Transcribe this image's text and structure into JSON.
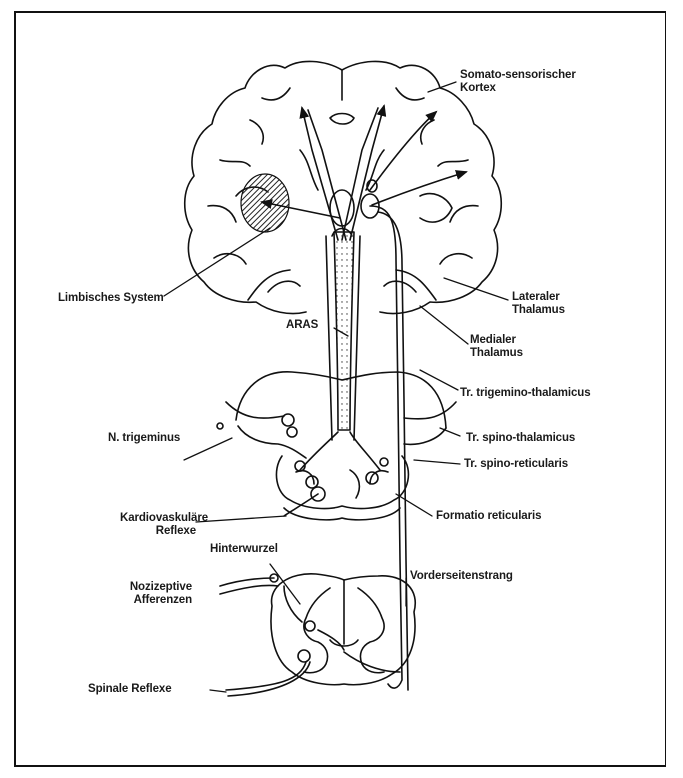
{
  "labels": {
    "somato_1": "Somato-sensorischer",
    "somato_2": "Kortex",
    "limbisch": "Limbisches System",
    "lateral_1": "Lateraler",
    "lateral_2": "Thalamus",
    "aras": "ARAS",
    "medial_1": "Medialer",
    "medial_2": "Thalamus",
    "trigemino": "Tr. trigemino-thalamicus",
    "n_trigeminus": "N. trigeminus",
    "spino_thal": "Tr. spino-thalamicus",
    "spino_ret": "Tr. spino-reticularis",
    "kardio_1": "Kardiovaskuläre",
    "kardio_2": "Reflexe",
    "formatio": "Formatio reticularis",
    "hinterwurzel": "Hinterwurzel",
    "vorderseit": "Vorderseitenstrang",
    "nozi_1": "Nozizeptive",
    "nozi_2": "Afferenzen",
    "spinale": "Spinale Reflexe"
  },
  "colors": {
    "ink": "#1a1a1a",
    "paper": "#ffffff"
  }
}
